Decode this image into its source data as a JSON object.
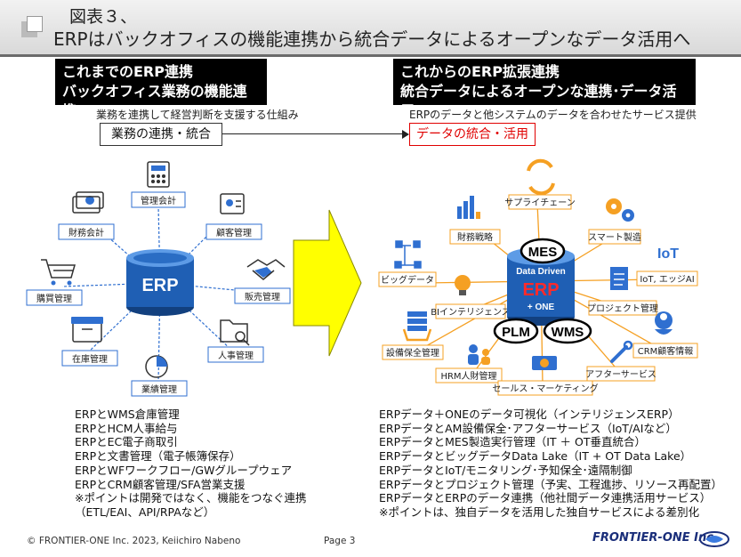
{
  "title": {
    "line1": "図表３、",
    "line2": "ERPはバックオフィスの機能連携から統合データによるオープンなデータ活用へ"
  },
  "left_header": {
    "line1": "これまでのERP連携",
    "line2": "バックオフィス業務の機能連携"
  },
  "right_header": {
    "line1": "これからのERP拡張連携",
    "line2": "統合データによるオープンな連携･データ活用"
  },
  "left_note": "業務を連携して経営判断を支援する仕組み",
  "right_note": "ERPのデータと他システムのデータを合わせたサービス提供",
  "left_box": "業務の連携・統合",
  "right_box": "データの統合・活用",
  "left_diagram": {
    "center": "ERP",
    "nodes": [
      "管理会計",
      "財務会計",
      "顧客管理",
      "購買管理",
      "販売管理",
      "在庫管理",
      "人事管理",
      "業績管理"
    ]
  },
  "right_diagram": {
    "center_top": "Data Driven",
    "center": "ERP",
    "center_bottom": "+ ONE",
    "badges": [
      "MES",
      "PLM",
      "WMS"
    ],
    "nodes": [
      "サプライチェーン",
      "財務戦略",
      "スマート製造",
      "ビッグデータ",
      "IoT, エッジAI",
      "BIインテリジェンス",
      "プロジェクト管理",
      "設備保全管理",
      "CRM顧客情報",
      "HRM人財管理",
      "セールス・マーケティング",
      "アフターサービス"
    ],
    "iot_icon": "IoT"
  },
  "left_list": [
    "ERPとWMS倉庫管理",
    "ERPとHCM人事給与",
    "ERPとEC電子商取引",
    "ERPと文書管理（電子帳簿保存）",
    "ERPとWFワークフロー/GWグループウェア",
    "ERPとCRM顧客管理/SFA営業支援",
    "※ポイントは開発ではなく、機能をつなぐ連携",
    "（ETL/EAI、API/RPAなど）"
  ],
  "right_list": [
    "ERPデータ＋ONEのデータ可視化（インテリジェンスERP）",
    "ERPデータとAM設備保全･アフターサービス（IoT/AIなど）",
    "ERPデータとMES製造実行管理（IT ＋ OT垂直統合）",
    "ERPデータとビッグデータData Lake（IT + OT Data Lake）",
    "ERPデータとIoT/モニタリング･予知保全･遠隔制御",
    "ERPデータとプロジェクト管理（予実、工程進捗、リソース再配置）",
    "ERPデータとERPのデータ連携（他社間データ連携活用サービス）",
    "※ポイントは、独自データを活用した独自サービスによる差別化"
  ],
  "footer": {
    "copyright": "© FRONTIER-ONE Inc. 2023,  Keiichiro Nabeno",
    "page": "Page 3",
    "logo": "FRONTIER-ONE Inc."
  },
  "colors": {
    "erp_blue": "#1f5fb4",
    "icon_blue": "#2f6fd0",
    "arrow_yellow": "#ffff00",
    "data_red": "#e00000",
    "orange": "#f5a023"
  }
}
